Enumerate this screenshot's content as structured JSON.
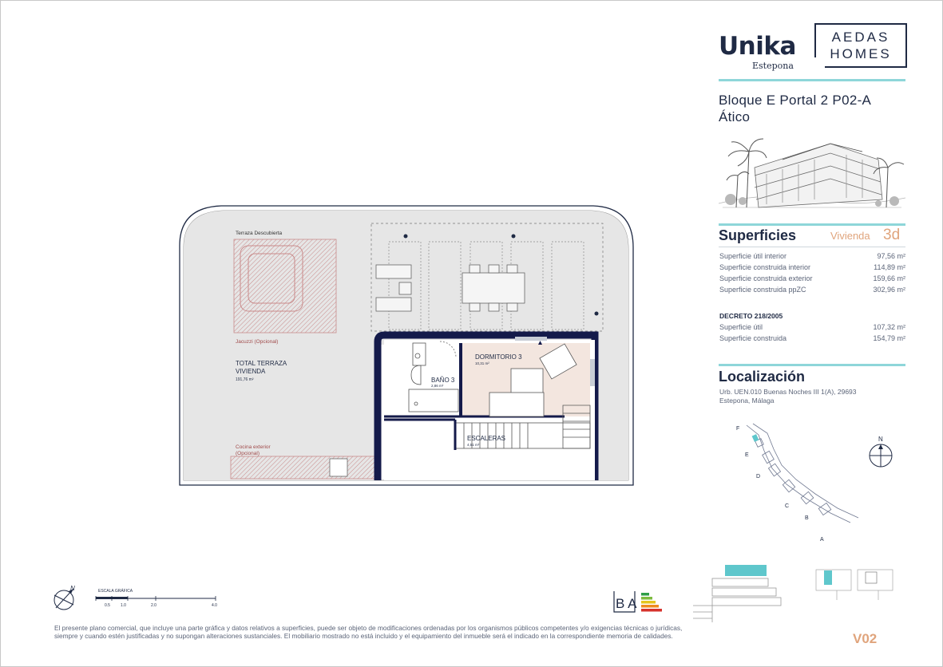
{
  "brand": {
    "name": "Unika",
    "location": "Estepona",
    "partner_line1": "AEDAS",
    "partner_line2": "HOMES"
  },
  "unit": {
    "title_line1": "Bloque E Portal 2 P02-A",
    "title_line2": "Ático"
  },
  "superficies": {
    "title": "Superficies",
    "vivienda_label": "Vivienda",
    "vivienda_value": "3d",
    "rows": [
      {
        "label": "Superficie útil interior",
        "value": "97,56 m²"
      },
      {
        "label": "Superficie construida interior",
        "value": "114,89 m²"
      },
      {
        "label": "Superficie construida exterior",
        "value": "159,66 m²"
      },
      {
        "label": "Superficie construida ppZC",
        "value": "302,96 m²"
      }
    ],
    "decreto_title": "DECRETO 218/2005",
    "decreto_rows": [
      {
        "label": "Superficie útil",
        "value": "107,32 m²"
      },
      {
        "label": "Superficie construida",
        "value": "154,79 m²"
      }
    ]
  },
  "localizacion": {
    "title": "Localización",
    "address_line1": "Urb. UEN.010 Buenas Noches III 1(A), 29693",
    "address_line2": "Estepona, Málaga",
    "blocks": [
      "F",
      "E",
      "D",
      "C",
      "B",
      "A"
    ],
    "north": "N"
  },
  "plan": {
    "terrace_label": "Terraza Descubierta",
    "jacuzzi_label": "Jacuzzi (Opcional)",
    "total_line1": "TOTAL  TERRAZA",
    "total_line2": "VIVIENDA",
    "total_area": "191,76 m²",
    "dorm_label": "DORMITORIO 3",
    "dorm_area": "10,31 m²",
    "bano_label": "BAÑO 3",
    "bano_area": "2,86 m²",
    "escaleras_label": "ESCALERAS",
    "escaleras_area": "4,51 m²",
    "cocina_line1": "Cocina exterior",
    "cocina_line2": "(Opcional)"
  },
  "scale": {
    "title": "ESCALA GRÁFICA",
    "ticks": [
      "0.5",
      "1.0",
      "2.0",
      "4.0"
    ],
    "north": "N"
  },
  "energy": {
    "letters": "B A"
  },
  "disclaimer": "El presente plano comercial, que incluye una parte gráfica y datos relativos a superficies, puede ser objeto de modificaciones ordenadas por los organismos públicos competentes y/o exigencias técnicas o jurídicas, siempre y cuando estén justificadas y no supongan alteraciones sustanciales. El mobiliario mostrado no está incluido y el equipamiento del inmueble será el indicado en la correspondiente memoria de calidades.",
  "version": "V02",
  "colors": {
    "navy": "#1f2a44",
    "teal": "#8ed6d9",
    "accent": "#e0a47c",
    "hatch": "#c98b8b",
    "terrace": "#e6e6e6",
    "room": "#f3e6df",
    "wall": "#141a4a"
  }
}
